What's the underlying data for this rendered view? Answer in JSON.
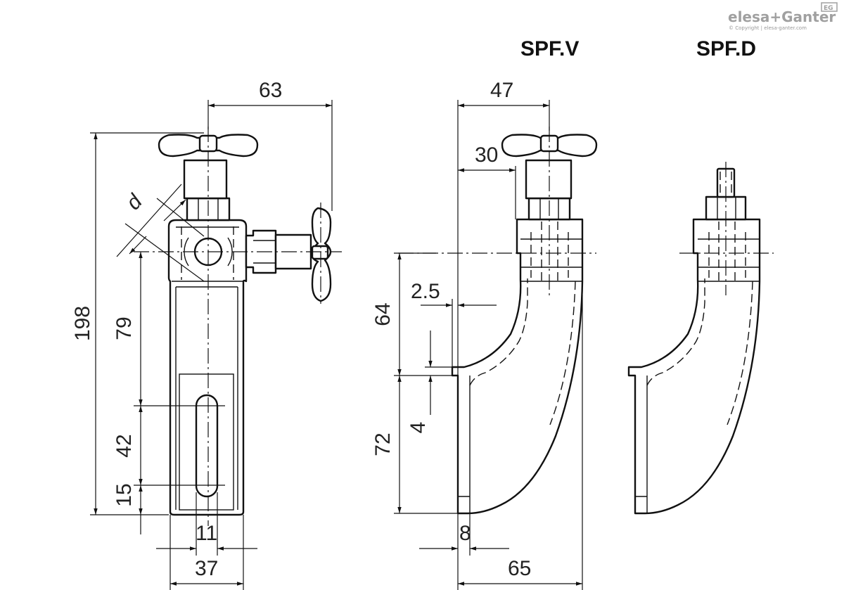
{
  "brand": {
    "name": "elesa+Ganter",
    "badge": "EG",
    "copyright": "© Copyright | elesa-ganter.com"
  },
  "views": {
    "v_title": "SPF.V",
    "d_title": "SPF.D"
  },
  "dimensions": {
    "width_63": "63",
    "height_198": "198",
    "diameter_d": "d",
    "h_79": "79",
    "h_42": "42",
    "h_15": "15",
    "w_11": "11",
    "w_37": "37",
    "w_47": "47",
    "w_30": "30",
    "t_2_5": "2.5",
    "h_64": "64",
    "h_72": "72",
    "t_4": "4",
    "w_8": "8",
    "w_65": "65"
  },
  "colors": {
    "line": "#111111",
    "brand": "#a0a0a0",
    "background": "#ffffff"
  }
}
